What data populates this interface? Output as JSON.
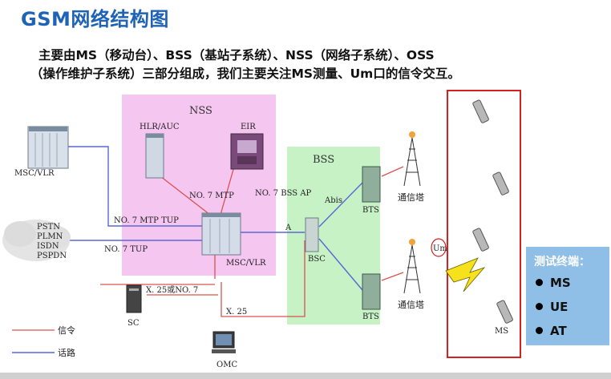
{
  "title": "GSM网络结构图",
  "intro": {
    "line1": "主要由MS（移动台）、BSS（基站子系统）、NSS（网络子系统）、OSS",
    "line2": "（操作维护子系统）三部分组成，我们主要关注MS测量、Um口的信令交互。"
  },
  "labels": {
    "nss": "NSS",
    "bss": "BSS",
    "msc_vlr_left": "MSC/VLR",
    "hlr_auc": "HLR/AUC",
    "eir": "EIR",
    "no7_mtp": "NO. 7 MTP",
    "no7_bss_ap": "NO. 7 BSS AP",
    "no7_mtp_tup": "NO. 7 MTP TUP",
    "no7_tup": "NO. 7 TUP",
    "msc_vlr_center": "MSC/VLR",
    "a_interface": "A",
    "abis": "Abis",
    "bsc": "BSC",
    "bts_top": "BTS",
    "bts_bottom": "BTS",
    "tower_top": "通信塔",
    "tower_bottom": "通信塔",
    "x25_or_no7": "X. 25或NO. 7",
    "x25": "X. 25",
    "sc": "SC",
    "omc": "OMC",
    "um": "Um",
    "ms": "MS",
    "cloud": [
      "PSTN",
      "PLMN",
      "ISDN",
      "PSPDN"
    ],
    "legend_signaling": "信令",
    "legend_voice": "话路"
  },
  "test_terminal": {
    "title": "测试终端：",
    "items": [
      "MS",
      "UE",
      "AT"
    ]
  },
  "colors": {
    "title": "#1f63b6",
    "nss_fill": "#f5c6f0",
    "bss_fill": "#c6f2c6",
    "signaling_line": "#d9534f",
    "voice_line": "#5b67d6",
    "ms_frame": "#d62020",
    "lightning": "#f5e21c",
    "test_box": "#8fbfe6"
  }
}
